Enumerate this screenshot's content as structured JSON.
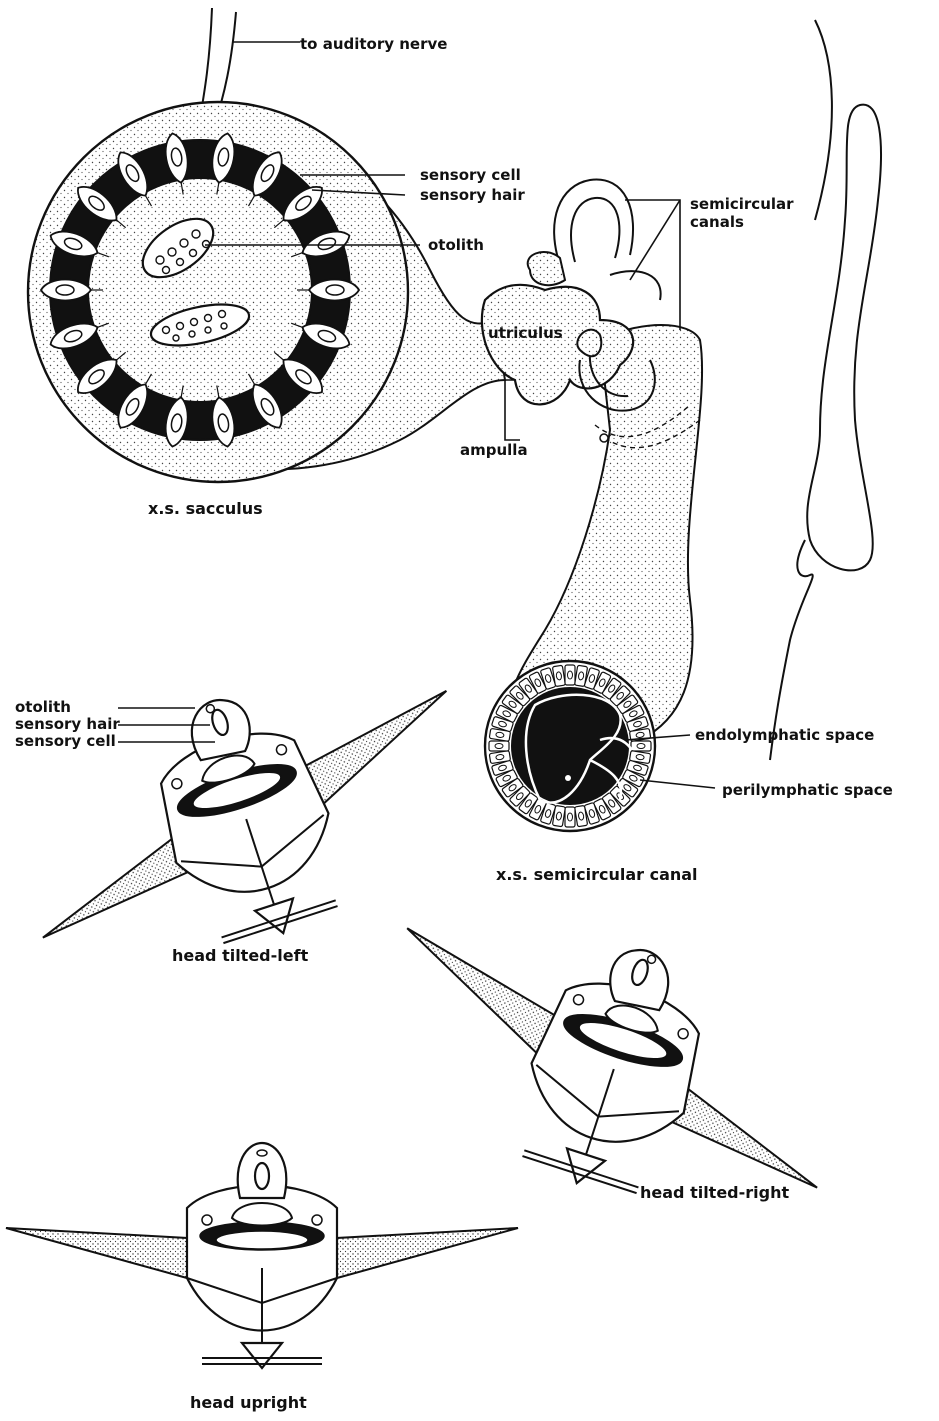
{
  "labels": {
    "to_auditory_nerve": "to auditory nerve",
    "sensory_cell": "sensory cell",
    "sensory_hair": "sensory hair",
    "otolith": "otolith",
    "semicircular_canals_1": "semicircular",
    "semicircular_canals_2": "canals",
    "utriculus": "utriculus",
    "ampulla": "ampulla",
    "endolymphatic_space": "endolymphatic space",
    "perilymphatic_space": "perilymphatic space",
    "left_otolith": "otolith",
    "left_sensory_hair": "sensory hair",
    "left_sensory_cell": "sensory cell"
  },
  "captions": {
    "sacculus": "x.s. sacculus",
    "semicircular_canal": "x.s. semicircular canal",
    "head_tilted_left": "head tilted-left",
    "head_tilted_right": "head tilted-right",
    "head_upright": "head upright"
  }
}
